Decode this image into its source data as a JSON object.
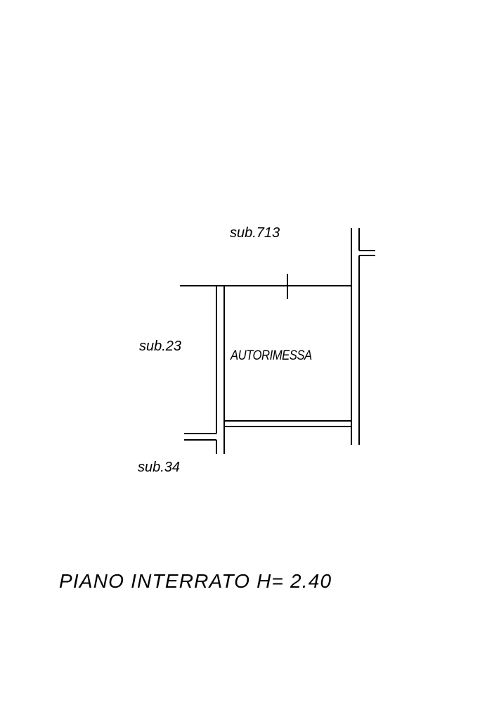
{
  "plan": {
    "neighbor_labels": {
      "top": "sub.713",
      "left": "sub.23",
      "bottom_left": "sub.34"
    },
    "room_label": "AUTORIMESSA",
    "floor_caption": "PIANO INTERRATO H= 2.40"
  }
}
